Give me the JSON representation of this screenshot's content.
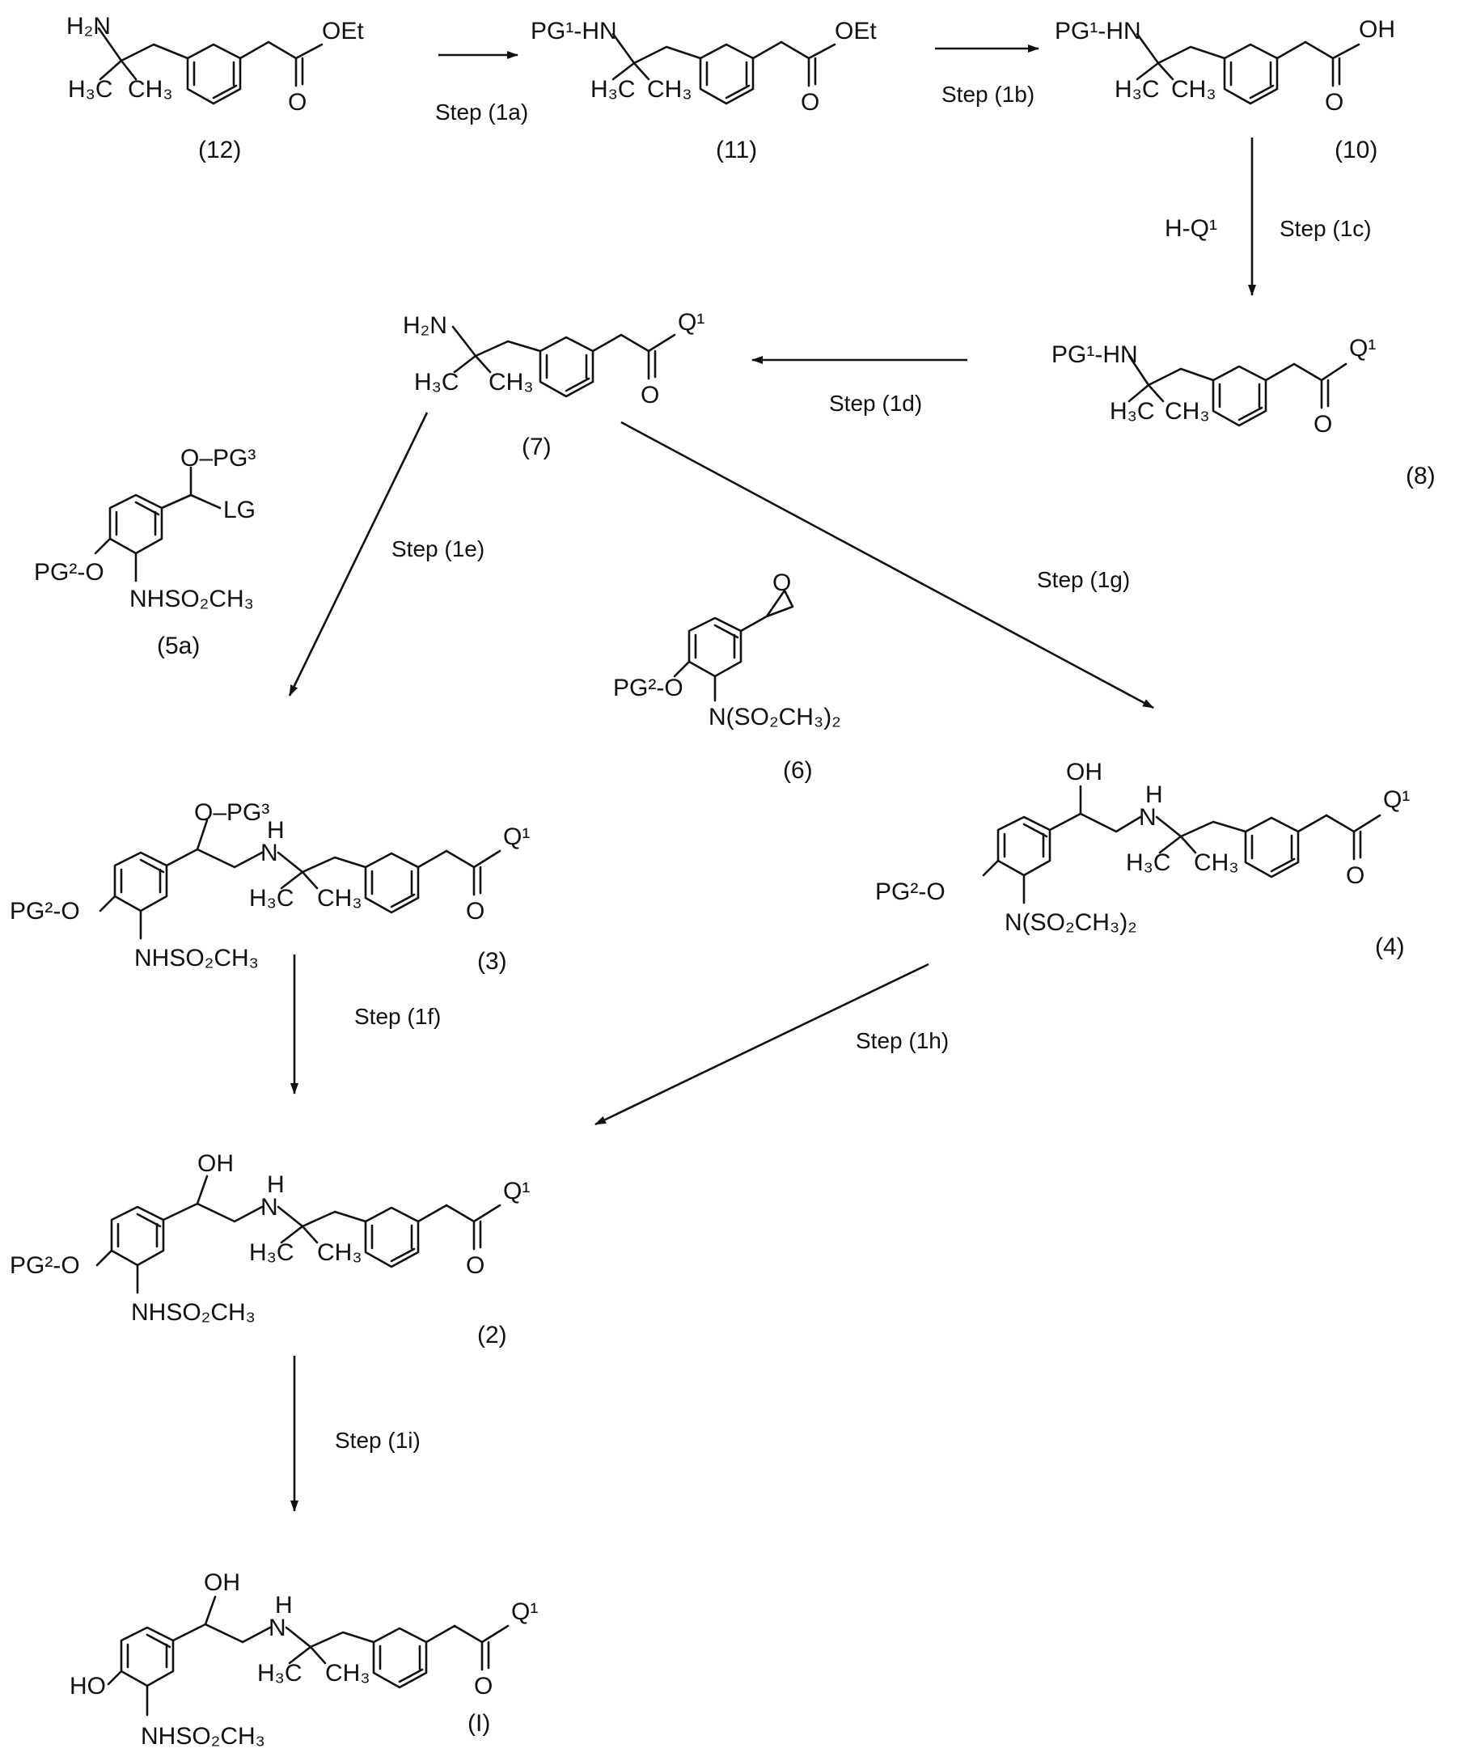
{
  "labels": {
    "nh2": "H₂N",
    "pg1_hn": "PG¹-HN",
    "h3c": "H₃C",
    "ch3": "CH₃",
    "oet": "OEt",
    "oh_acid": "OH",
    "o": "O",
    "q1": "Q¹",
    "o_pg3": "O–PG³",
    "lg": "LG",
    "pg2_o": "PG²-O",
    "nhso2ch3": "NHSO₂CH₃",
    "nso2ch3_2": "N(SO₂CH₃)₂",
    "oh": "OH",
    "n_h": "H",
    "n": "N",
    "ho": "HO",
    "h_q1": "H-Q¹"
  },
  "compounds": {
    "c12": "(12)",
    "c11": "(11)",
    "c10": "(10)",
    "c8": "(8)",
    "c7": "(7)",
    "c5a": "(5a)",
    "c6": "(6)",
    "c3": "(3)",
    "c4": "(4)",
    "c2": "(2)",
    "cI": "(I)"
  },
  "steps": {
    "s1a": "Step (1a)",
    "s1b": "Step (1b)",
    "s1c": "Step (1c)",
    "s1d": "Step (1d)",
    "s1e": "Step (1e)",
    "s1f": "Step (1f)",
    "s1g": "Step (1g)",
    "s1h": "Step (1h)",
    "s1i": "Step (1i)"
  }
}
